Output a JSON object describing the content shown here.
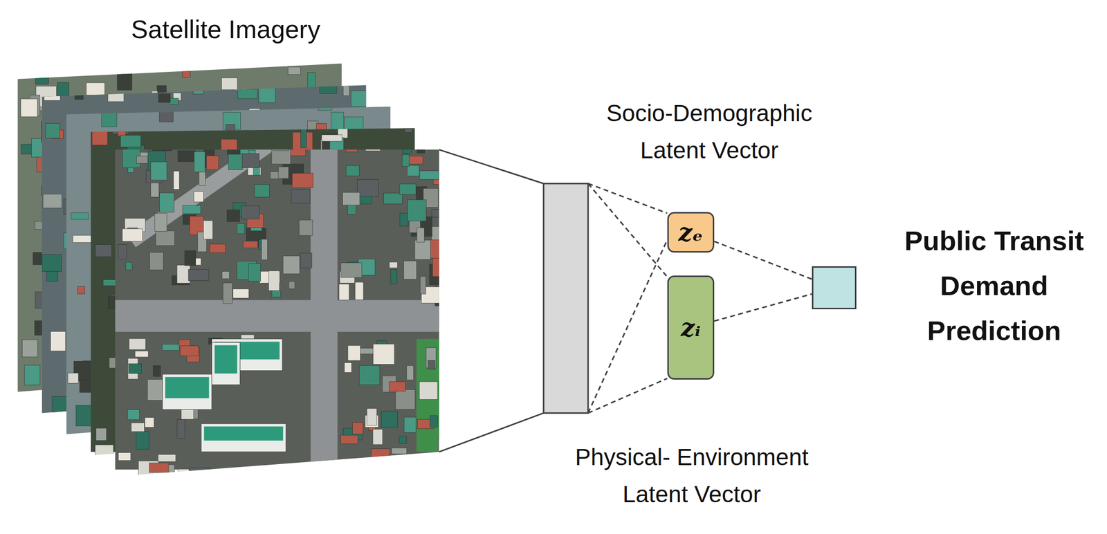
{
  "diagram": {
    "nodes": [
      {
        "text": [
          "Socio-Demographic Latent Vector",
          "zₑ"
        ]
      },
      {
        "text": [
          "zᵢ",
          "Physical- Environment Latent Vector"
        ]
      },
      {
        "text": [
          "Public Transit Demand Prediction"
        ]
      }
    ],
    "edges": [
      {
        "from": 0,
        "to": 2,
        "arrow": "none"
      },
      {
        "from": 1,
        "to": 2,
        "arrow": "none"
      }
    ],
    "labels": [
      "Satellite Imagery"
    ]
  }
}
